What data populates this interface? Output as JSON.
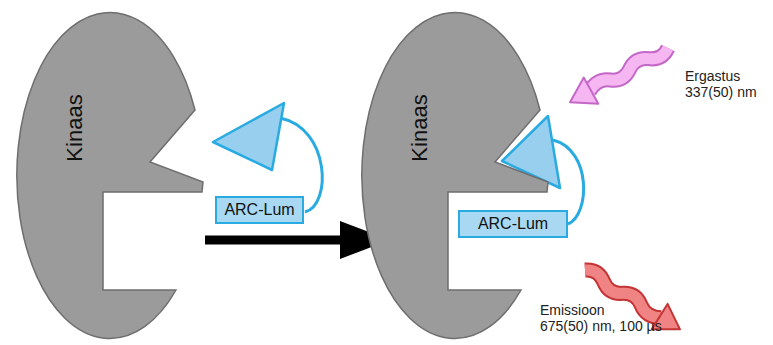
{
  "diagram": {
    "nodes": [
      {
        "text": [
          "Kinaas"
        ]
      },
      {
        "text": [
          "ARC-Lum"
        ]
      },
      {
        "text": [
          "Kinaas"
        ]
      },
      {
        "text": [
          "ARC-Lum"
        ]
      }
    ],
    "labels": [
      "Ergastus 337(50) nm",
      "Emissioon 675(50) nm, 100 µs"
    ]
  }
}
